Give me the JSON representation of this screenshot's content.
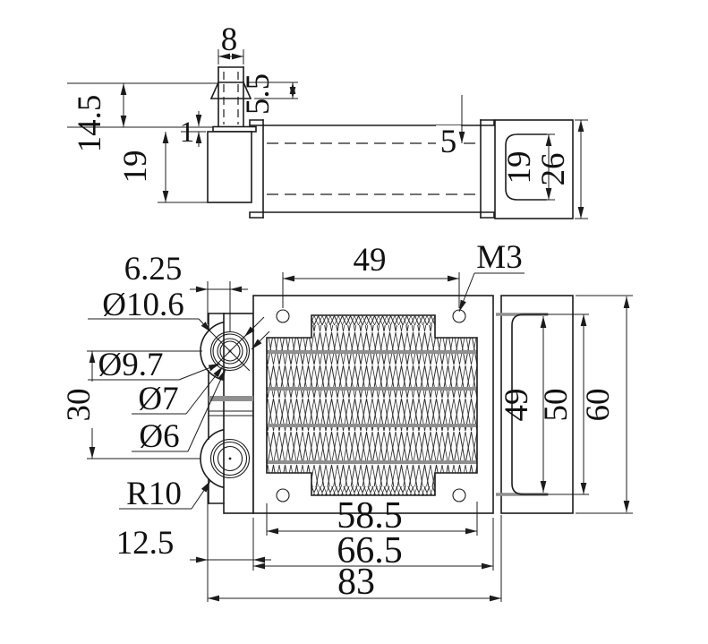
{
  "drawing": {
    "kind": "engineering-dimension-drawing",
    "views": [
      "side-view",
      "front-view"
    ]
  },
  "top_view": {
    "dims": {
      "pin_width": "8",
      "pin_taper_height": "5.5",
      "pin_total_height": "14.5",
      "plate_thickness": "1",
      "block_height": "19",
      "edge_to_channel": "5",
      "channel_inner_height": "19",
      "end_height": "26"
    }
  },
  "front_view": {
    "dims": {
      "terminal_offset": "6.25",
      "terminal_outer_dia": "Ø10.6",
      "terminal_dia2": "Ø9.7",
      "terminal_dia3": "Ø7",
      "terminal_dia4": "Ø6",
      "terminal_pitch": "30",
      "hole_pitch": "49",
      "thread_size": "M3",
      "bracket_inner_height": "49",
      "bracket_outer_height": "50",
      "overall_height": "60",
      "boss_radius": "R10",
      "fin_section_width": "58.5",
      "body_width": "66.5",
      "overall_width": "83",
      "tab_width": "12.5"
    }
  },
  "colors": {
    "line": "#1c1c1c",
    "fin_separator": "#8f8f8f",
    "background": "#ffffff"
  }
}
